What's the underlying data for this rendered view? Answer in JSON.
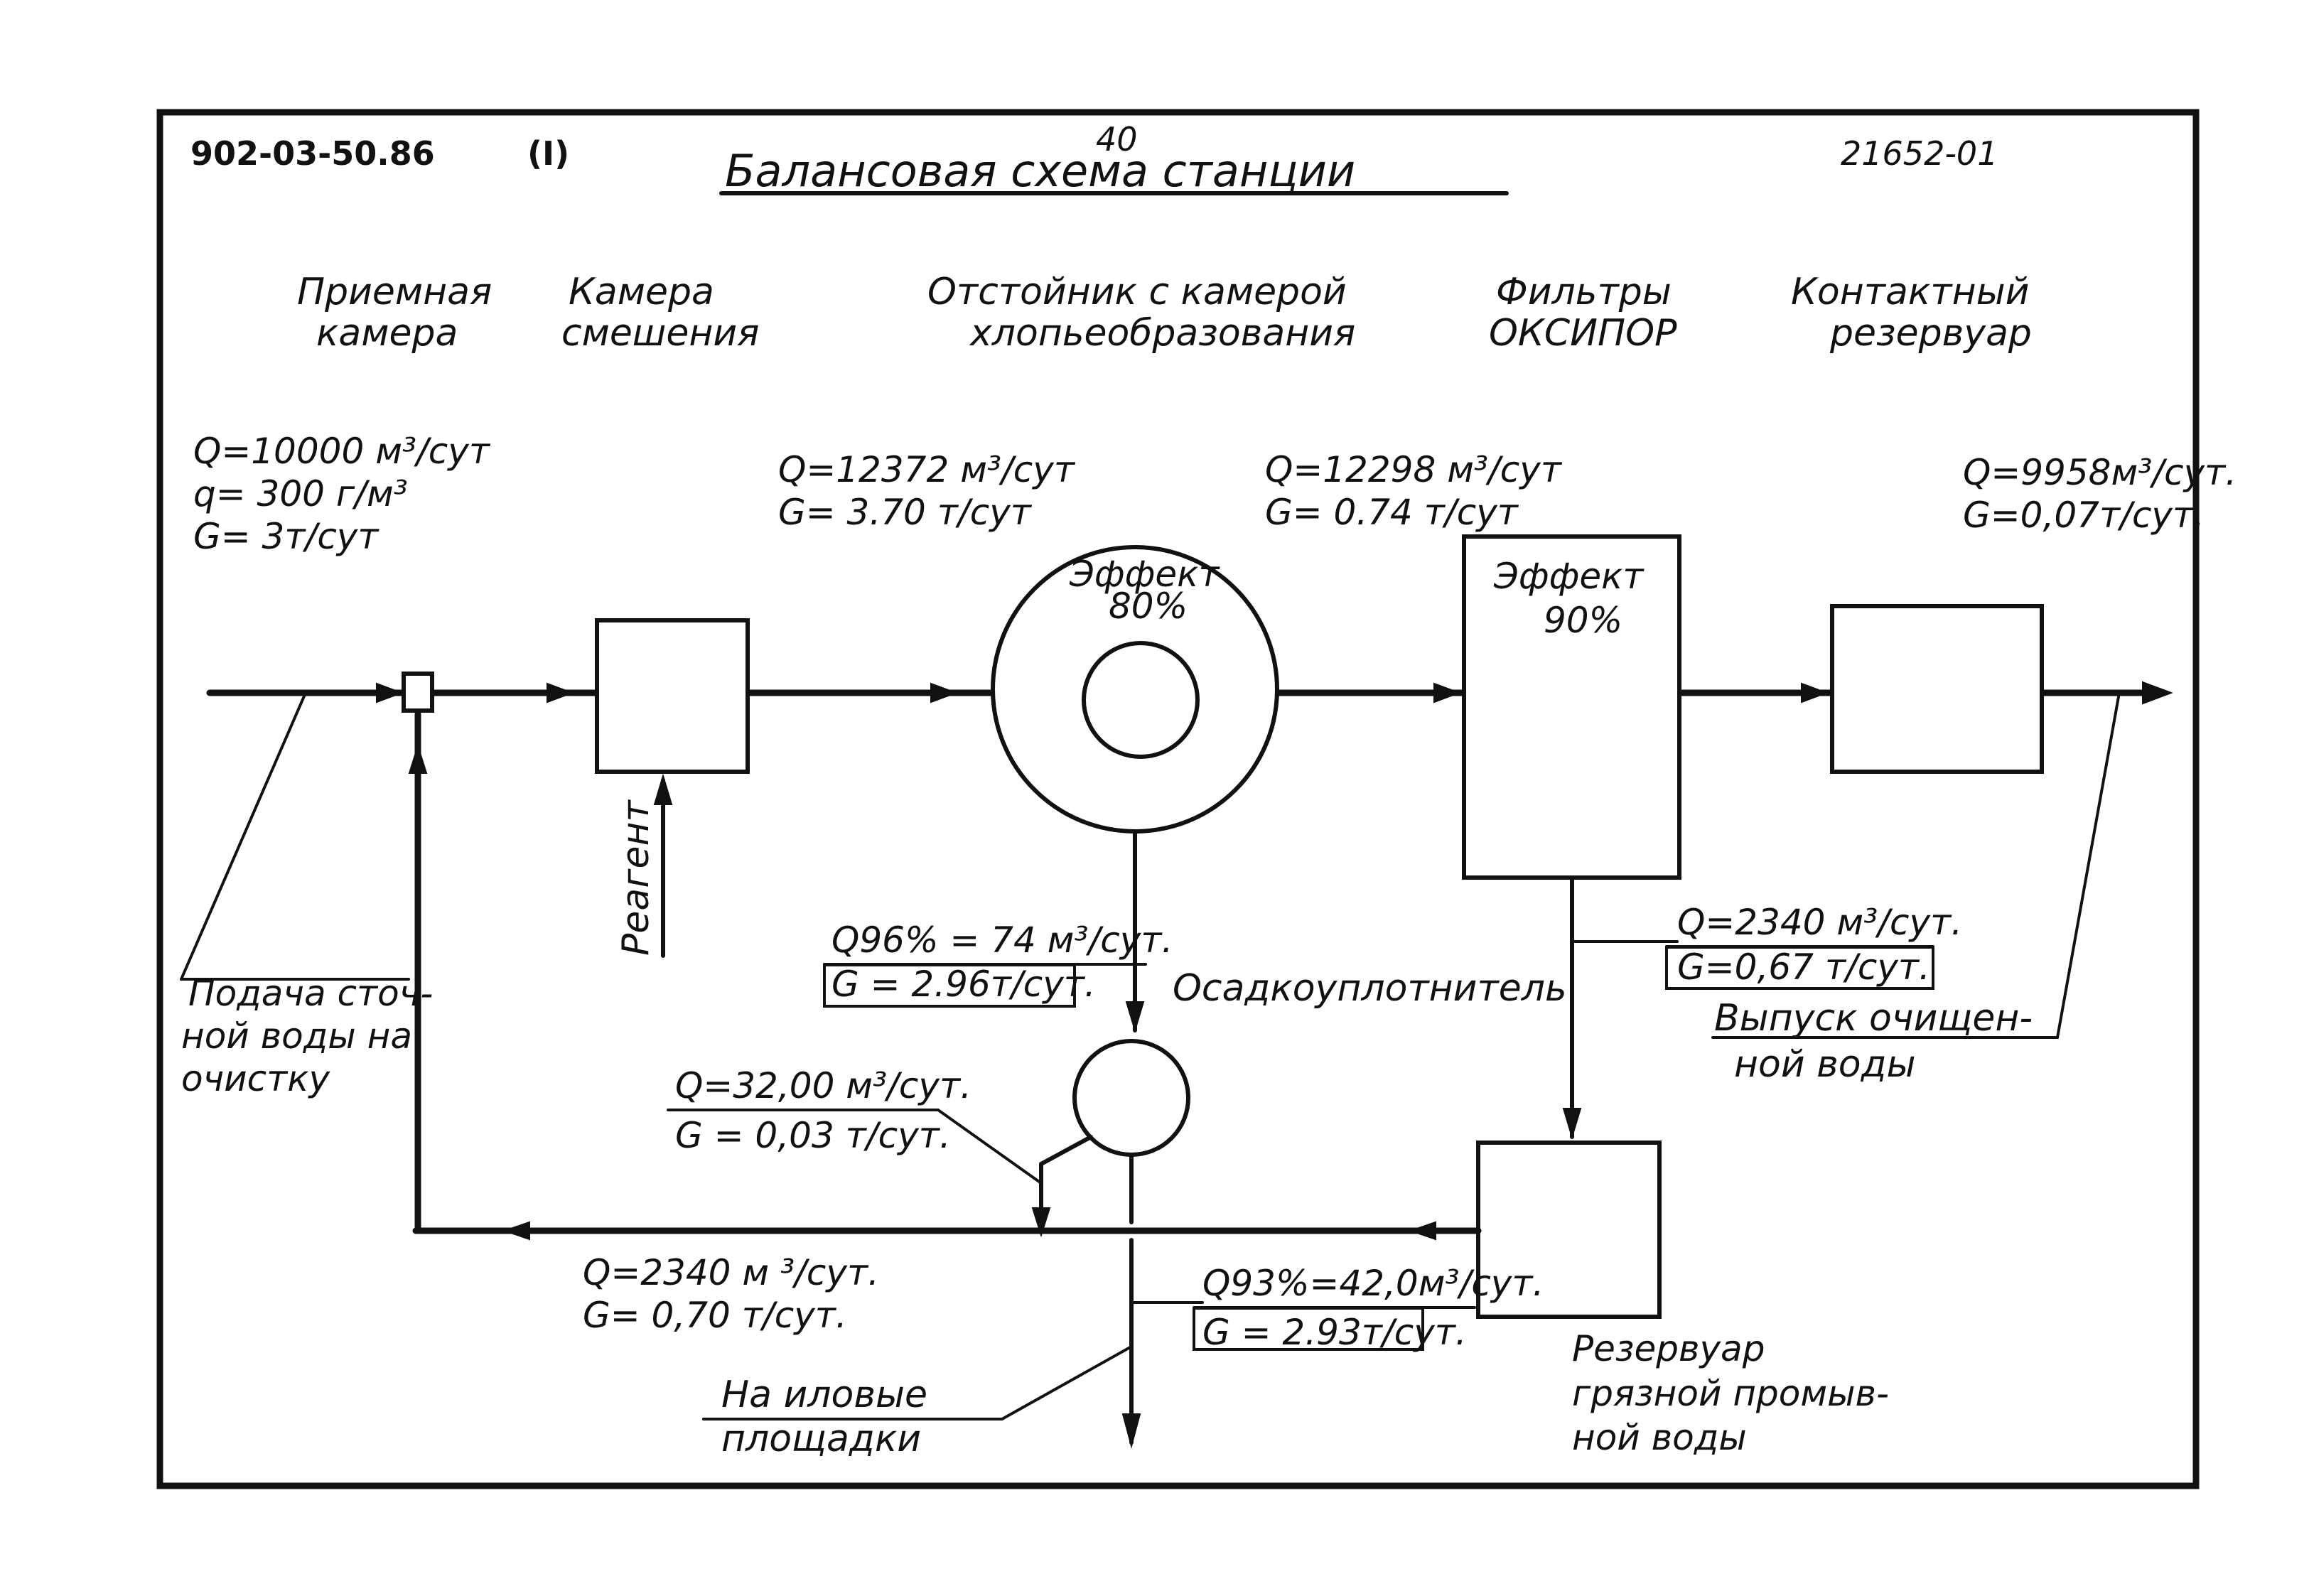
{
  "header": {
    "code": "902-03-50.86",
    "sheet": "(I)",
    "page_number": "40",
    "title": "Балансовая схема станции",
    "number": "21652-01"
  },
  "units": {
    "intake": [
      "Приемная",
      "камера"
    ],
    "mixer": [
      "Камера",
      "смешения"
    ],
    "settler": [
      "Отстойник с камерой",
      "хлопьеобразования"
    ],
    "filters": [
      "Фильтры",
      "ОКСИПОР"
    ],
    "contact": [
      "Контактный",
      "резервуар"
    ]
  },
  "flows": {
    "inflow": [
      "Q=10000 м³/сут",
      "q= 300 г/м³",
      "G= 3т/сут"
    ],
    "mixer_out": [
      "Q=12372 м³/сут",
      "G= 3.70 т/сут"
    ],
    "settler_out": [
      "Q=12298 м³/сут",
      "G= 0.74 т/сут"
    ],
    "outflow": [
      "Q=9958м³/сут.",
      "G=0,07т/сут."
    ],
    "filter_wash": [
      "Q=2340 м³/сут.",
      "G=0,67 т/сут."
    ],
    "settler_sludge": [
      "Q96% = 74 м³/сут.",
      "G = 2.96т/сут."
    ],
    "thickener_return": [
      "Q=32,00 м³/сут.",
      "G = 0,03 т/сут."
    ],
    "recycle": [
      "Q=2340 м ³/сут.",
      "G= 0,70 т/сут."
    ],
    "tank_sludge": [
      "Q93%=42,0м³/сут.",
      "G = 2.93т/сут."
    ]
  },
  "effects": {
    "settler": [
      "Эффект",
      "80%"
    ],
    "filters": [
      "Эффект",
      "90%"
    ]
  },
  "labels": {
    "reagent": "Реагент",
    "thickener": "Осадкоуплотнитель",
    "supply": [
      "Подача сточ-",
      "ной воды на",
      "очистку"
    ],
    "discharge": [
      "Выпуск очищен-",
      "ной воды"
    ],
    "sludge_beds": [
      "На иловые",
      "площадки"
    ],
    "dirty_tank": [
      "Резервуар",
      "грязной промыв-",
      "ной воды"
    ]
  }
}
